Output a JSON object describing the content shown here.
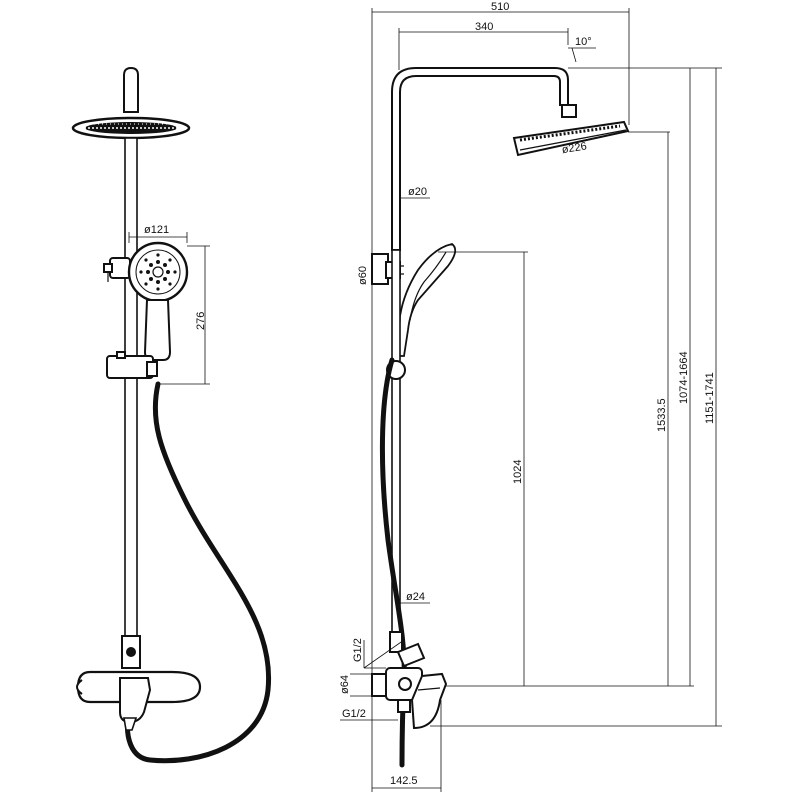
{
  "labels": {
    "overall_width": "510",
    "arm_reach": "340",
    "tilt_angle": "10°",
    "head_diameter": "ø226",
    "pipe_diameter_upper": "ø20",
    "pipe_diameter_lower": "ø24",
    "holder_diameter": "ø60",
    "handshower_diameter": "ø121",
    "handshower_length": "276",
    "handshower_height": "1024",
    "head_height": "1533.5",
    "head_height_range": "1074-1664",
    "total_height_range": "1151-1741",
    "thread_upper": "G1/2",
    "thread_lower": "G1/2",
    "flange_diameter": "ø64",
    "wall_offset": "142.5"
  },
  "colors": {
    "line": "#111111",
    "background": "#ffffff"
  }
}
